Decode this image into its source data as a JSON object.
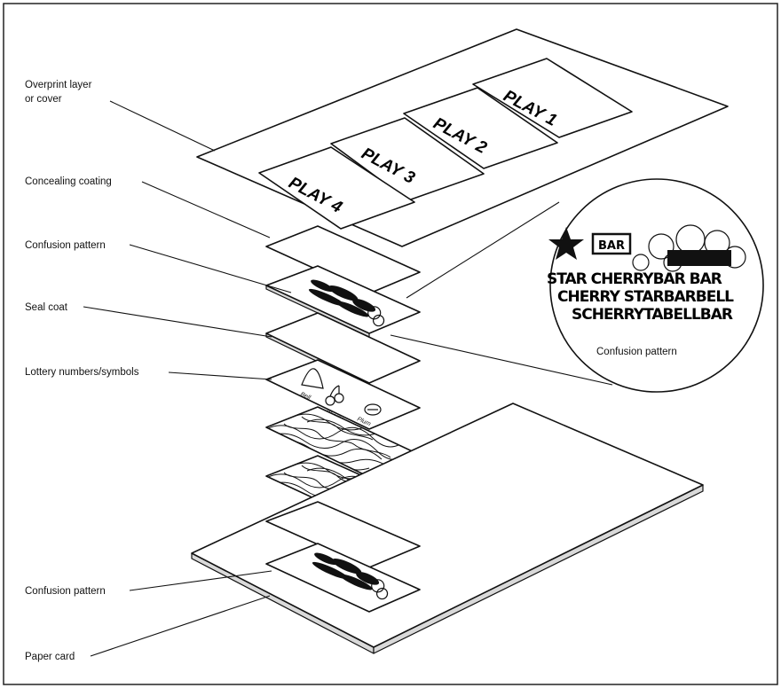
{
  "labels": {
    "overprint_line1": "Overprint layer",
    "overprint_line2": "or cover",
    "concealing_coating": "Concealing coating",
    "confusion_pattern_top": "Confusion pattern",
    "seal_coat": "Seal coat",
    "lottery_numbers": "Lottery numbers/symbols",
    "confusion_pattern_bottom": "Confusion pattern",
    "paper_card": "Paper card"
  },
  "plays": [
    "PLAY 1",
    "PLAY 2",
    "PLAY 3",
    "PLAY 4"
  ],
  "detail_circle": {
    "caption": "Confusion pattern",
    "bar_box": "BAR",
    "line1": "STAR CHERRYBAR BAR",
    "line2": "CHERRY STARBARBELL",
    "line3": "SCHERRYTABELLBAR"
  },
  "symbol_labels": [
    "Bell",
    "Cherry",
    "Plum"
  ]
}
